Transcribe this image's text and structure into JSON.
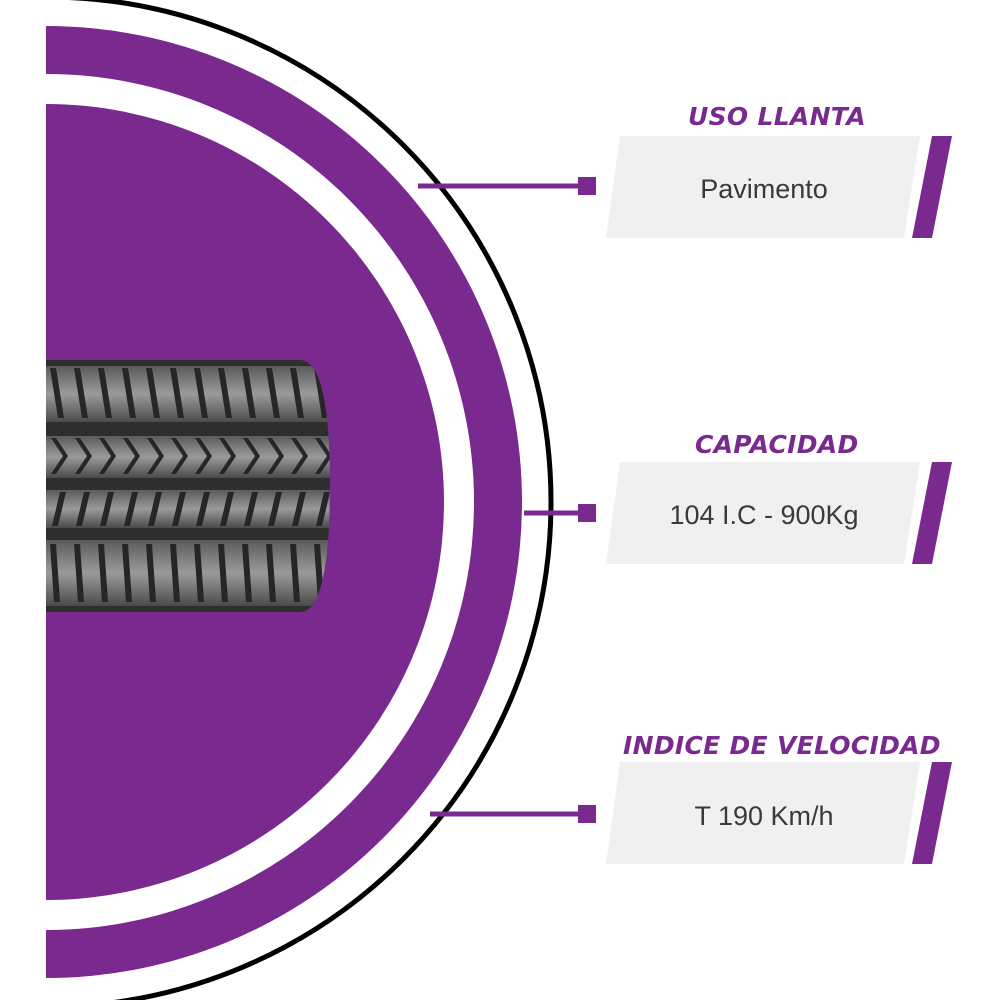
{
  "colors": {
    "accent": "#7a2a8f",
    "panel": "#f0f0f0",
    "tire_dark": "#2e2e2e",
    "tire_light": "#8a8a8a",
    "ring_black": "#000000",
    "background": "#ffffff"
  },
  "specs": [
    {
      "title": "USO LLANTA",
      "value": "Pavimento"
    },
    {
      "title": "CAPACIDAD",
      "value": "104 I.C - 900Kg"
    },
    {
      "title": "INDICE DE VELOCIDAD",
      "value": "T 190 Km/h"
    }
  ],
  "image": {
    "subject": "tire-tread-icon"
  }
}
